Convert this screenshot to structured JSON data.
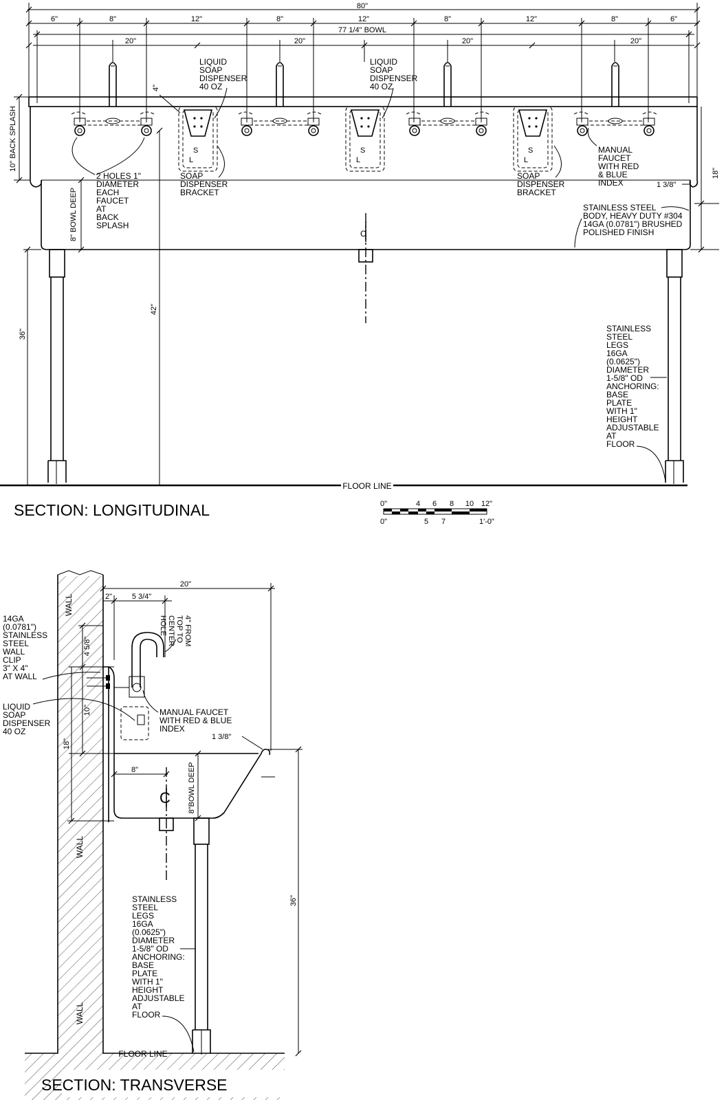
{
  "longitudinal": {
    "title": "SECTION: LONGITUDINAL",
    "dims": {
      "overall": "80\"",
      "segments": [
        "6\"",
        "8\"",
        "12\"",
        "8\"",
        "12\"",
        "8\"",
        "12\"",
        "8\"",
        "6\""
      ],
      "bowl": "77 1/4\" BOWL",
      "stations": [
        "20\"",
        "20\"",
        "20\"",
        "20\""
      ],
      "back_splash": "10\" BACK SPLASH",
      "splash_offset": "4\"",
      "bowl_deep": "8\" BOWL DEEP",
      "height_42": "42\"",
      "height_36": "36\"",
      "height_18": "18\"",
      "lip": "1 3/8\""
    },
    "labels": {
      "soap_dispenser_1": [
        "LIQUID",
        "SOAP",
        "DISPENSER",
        "40 OZ"
      ],
      "soap_dispenser_2": [
        "LIQUID",
        "SOAP",
        "DISPENSER",
        "40 OZ"
      ],
      "bracket_1": [
        "SOAP",
        "DISPENSER",
        "BRACKET"
      ],
      "bracket_2": [
        "SOAP",
        "DISPENSER",
        "BRACKET"
      ],
      "holes": [
        "2 HOLES 1\"",
        "DIAMETER",
        "EACH",
        "FAUCET",
        "AT",
        "BACK",
        "SPLASH"
      ],
      "faucet": [
        "MANUAL",
        "FAUCET",
        "WITH RED",
        "& BLUE",
        "INDEX"
      ],
      "body": [
        "STAINLESS STEEL",
        "BODY, HEAVY DUTY #304",
        "14GA (0.0781\") BRUSHED",
        "POLISHED FINISH"
      ],
      "legs": [
        "STAINLESS",
        "STEEL",
        "LEGS",
        "16GA",
        "(0.0625\")",
        "DIAMETER",
        "1-5/8\" OD",
        "ANCHORING:",
        "BASE",
        "PLATE",
        "WITH 1\"",
        "HEIGHT",
        "ADJUSTABLE",
        "AT",
        "FLOOR"
      ],
      "floor_line": "FLOOR LINE"
    }
  },
  "scale_bar": {
    "top": [
      "0\"",
      "4",
      "6",
      "8",
      "10",
      "12\""
    ],
    "bottom": [
      "0\"",
      "5",
      "7",
      "1'-0\""
    ]
  },
  "transverse": {
    "title": "SECTION: TRANSVERSE",
    "dims": {
      "width": "20\"",
      "wall_offset": "2\"",
      "spout_reach": "5 3/4\"",
      "top_to_hole": [
        "4\" FROM",
        "TOP TO",
        "CENTER",
        "HOLE"
      ],
      "clip_height": "4 5/8\"",
      "splash": "10\"",
      "h18": "18\"",
      "lip": "1 3/8\"",
      "drain_offset": "8\"",
      "bowl_deep": "8\"BOWL DEEP",
      "h36": "36\""
    },
    "labels": {
      "wall_clip": [
        "14GA",
        "(0.0781\")",
        "STAINLESS",
        "STEEL",
        "WALL",
        "CLIP",
        "3\" X 4\"",
        "AT WALL"
      ],
      "soap": [
        "LIQUID",
        "SOAP",
        "DISPENSER",
        "40 OZ"
      ],
      "faucet": [
        "MANUAL FAUCET",
        "WITH RED & BLUE",
        "INDEX"
      ],
      "legs": [
        "STAINLESS",
        "STEEL",
        "LEGS",
        "16GA",
        "(0.0625\")",
        "DIAMETER",
        "1-5/8\" OD",
        "ANCHORING:",
        "BASE",
        "PLATE",
        "WITH 1\"",
        "HEIGHT",
        "ADJUSTABLE",
        "AT",
        "FLOOR"
      ],
      "wall": "WALL",
      "floor_line": "FLOOR LINE"
    }
  }
}
